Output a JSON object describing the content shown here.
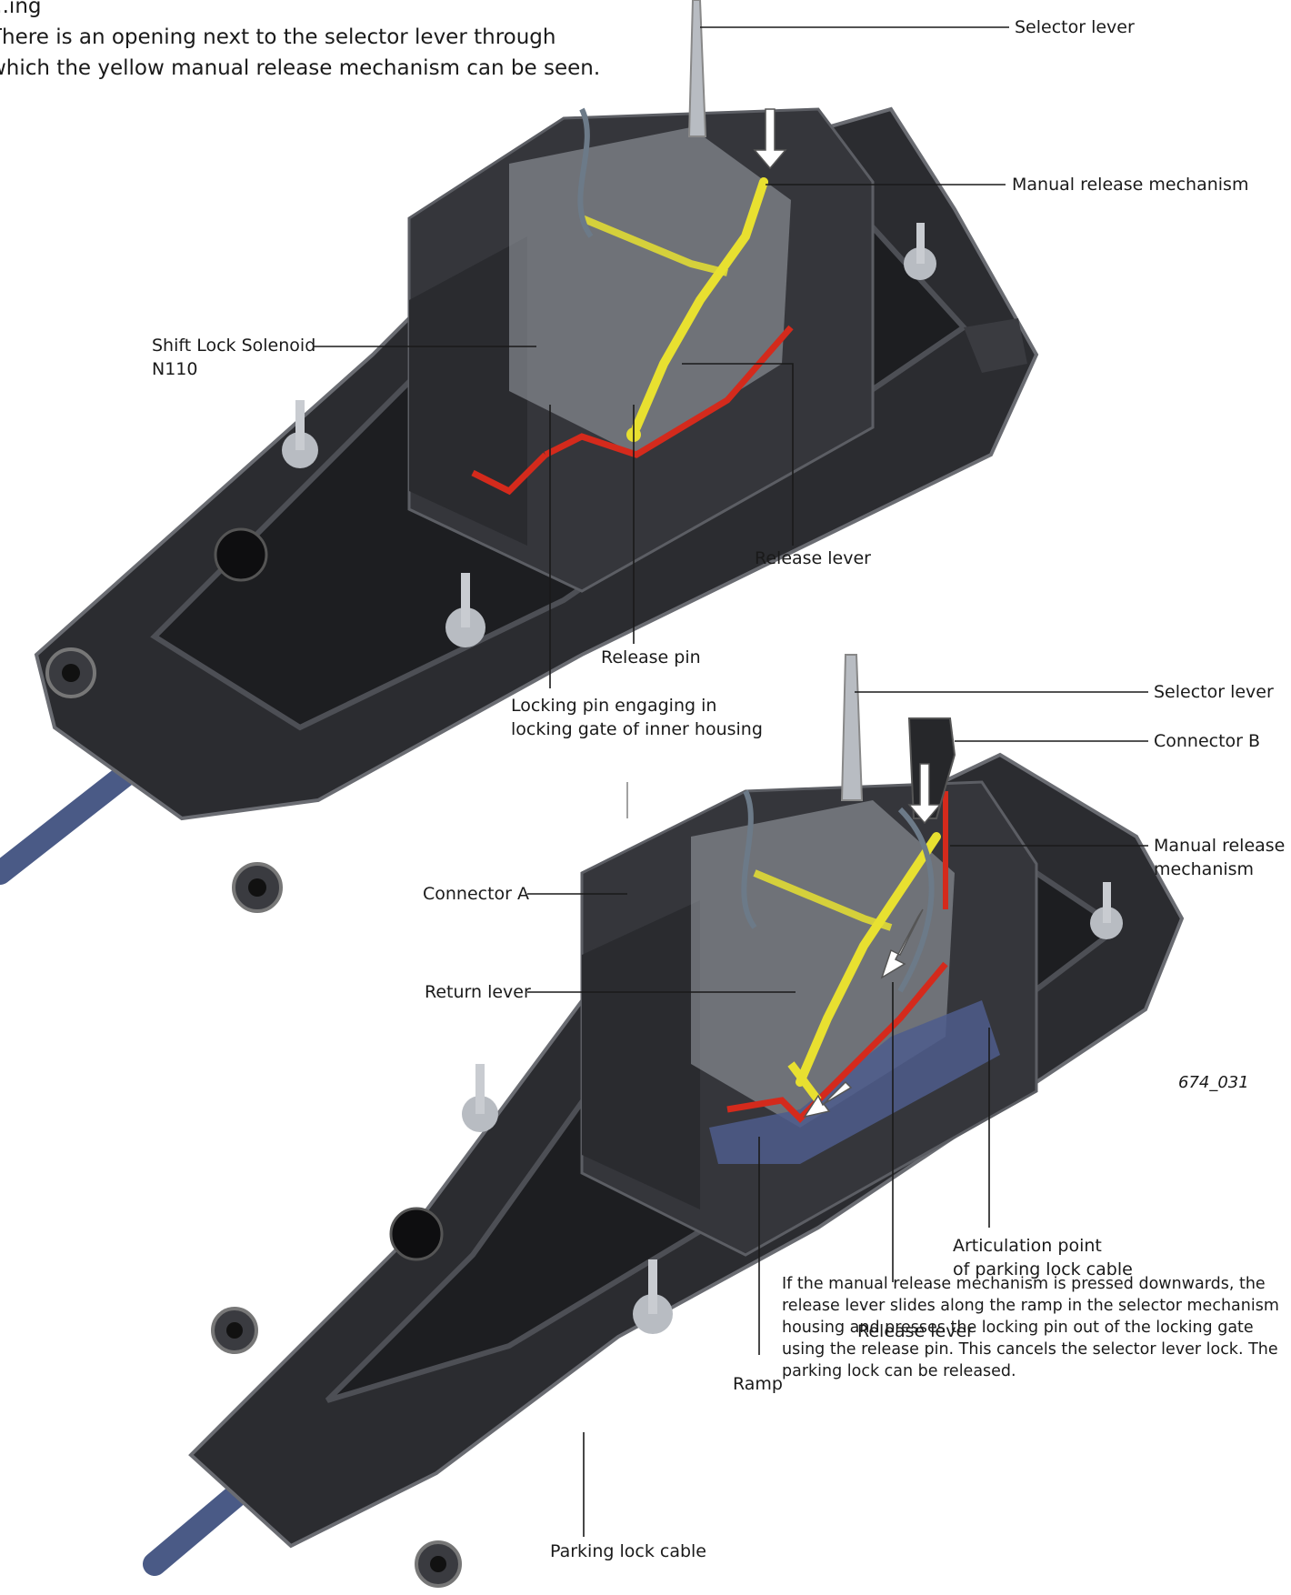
{
  "intro": {
    "line0": "...ing",
    "line1": "There is an opening next to the selector lever through",
    "line2": "which the yellow manual release mechanism can be seen."
  },
  "labels_top": {
    "selector_lever": "Selector lever",
    "manual_release": "Manual release mechanism",
    "shift_lock_1": "Shift Lock Solenoid",
    "shift_lock_2": "N110",
    "release_lever": "Release lever",
    "release_pin": "Release pin",
    "locking_pin_1": "Locking pin engaging in",
    "locking_pin_2": "locking gate of inner housing"
  },
  "labels_bottom": {
    "selector_lever": "Selector lever",
    "connector_b": "Connector B",
    "manual_release_1": "Manual release",
    "manual_release_2": "mechanism",
    "connector_a": "Connector A",
    "return_lever": "Return lever",
    "figure_number": "674_031",
    "articulation_1": "Articulation point",
    "articulation_2": "of parking lock cable",
    "release_lever": "Release lever",
    "ramp": "Ramp",
    "parking_cable": "Parking lock cable"
  },
  "description": "If the manual release mechanism is pressed downwards, the release lever slides along the ramp in the selector mechanism housing and presses the locking pin out of the locking gate using the release pin. This cancels the selector lever lock. The parking lock can be released.",
  "colors": {
    "housing": "#2e2f33",
    "housing_edge": "#55575c",
    "cable": "#4a5a86",
    "yellow_part": "#e8e030",
    "red_section": "#d42a1c",
    "metal": "#b8bcc2"
  }
}
